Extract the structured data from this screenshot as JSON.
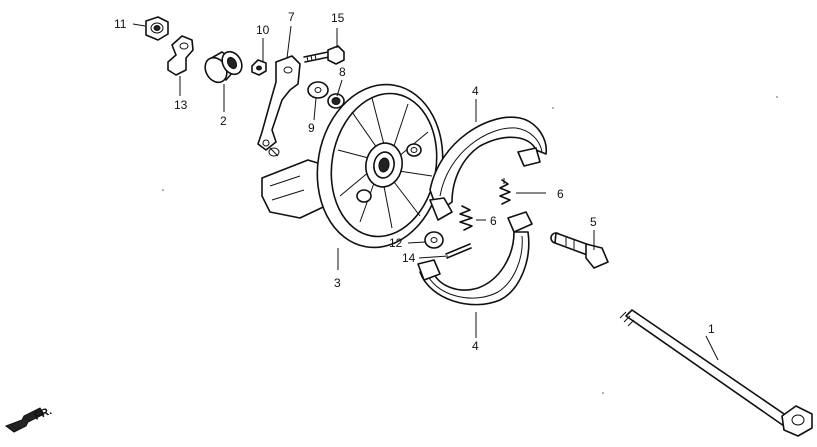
{
  "callouts": {
    "c1": "1",
    "c2": "2",
    "c3": "3",
    "c4a": "4",
    "c4b": "4",
    "c5": "5",
    "c6a": "6",
    "c6b": "6",
    "c7": "7",
    "c8": "8",
    "c9": "9",
    "c10": "10",
    "c11": "11",
    "c12": "12",
    "c13": "13",
    "c14": "14",
    "c15": "15"
  },
  "direction_label": "FR."
}
